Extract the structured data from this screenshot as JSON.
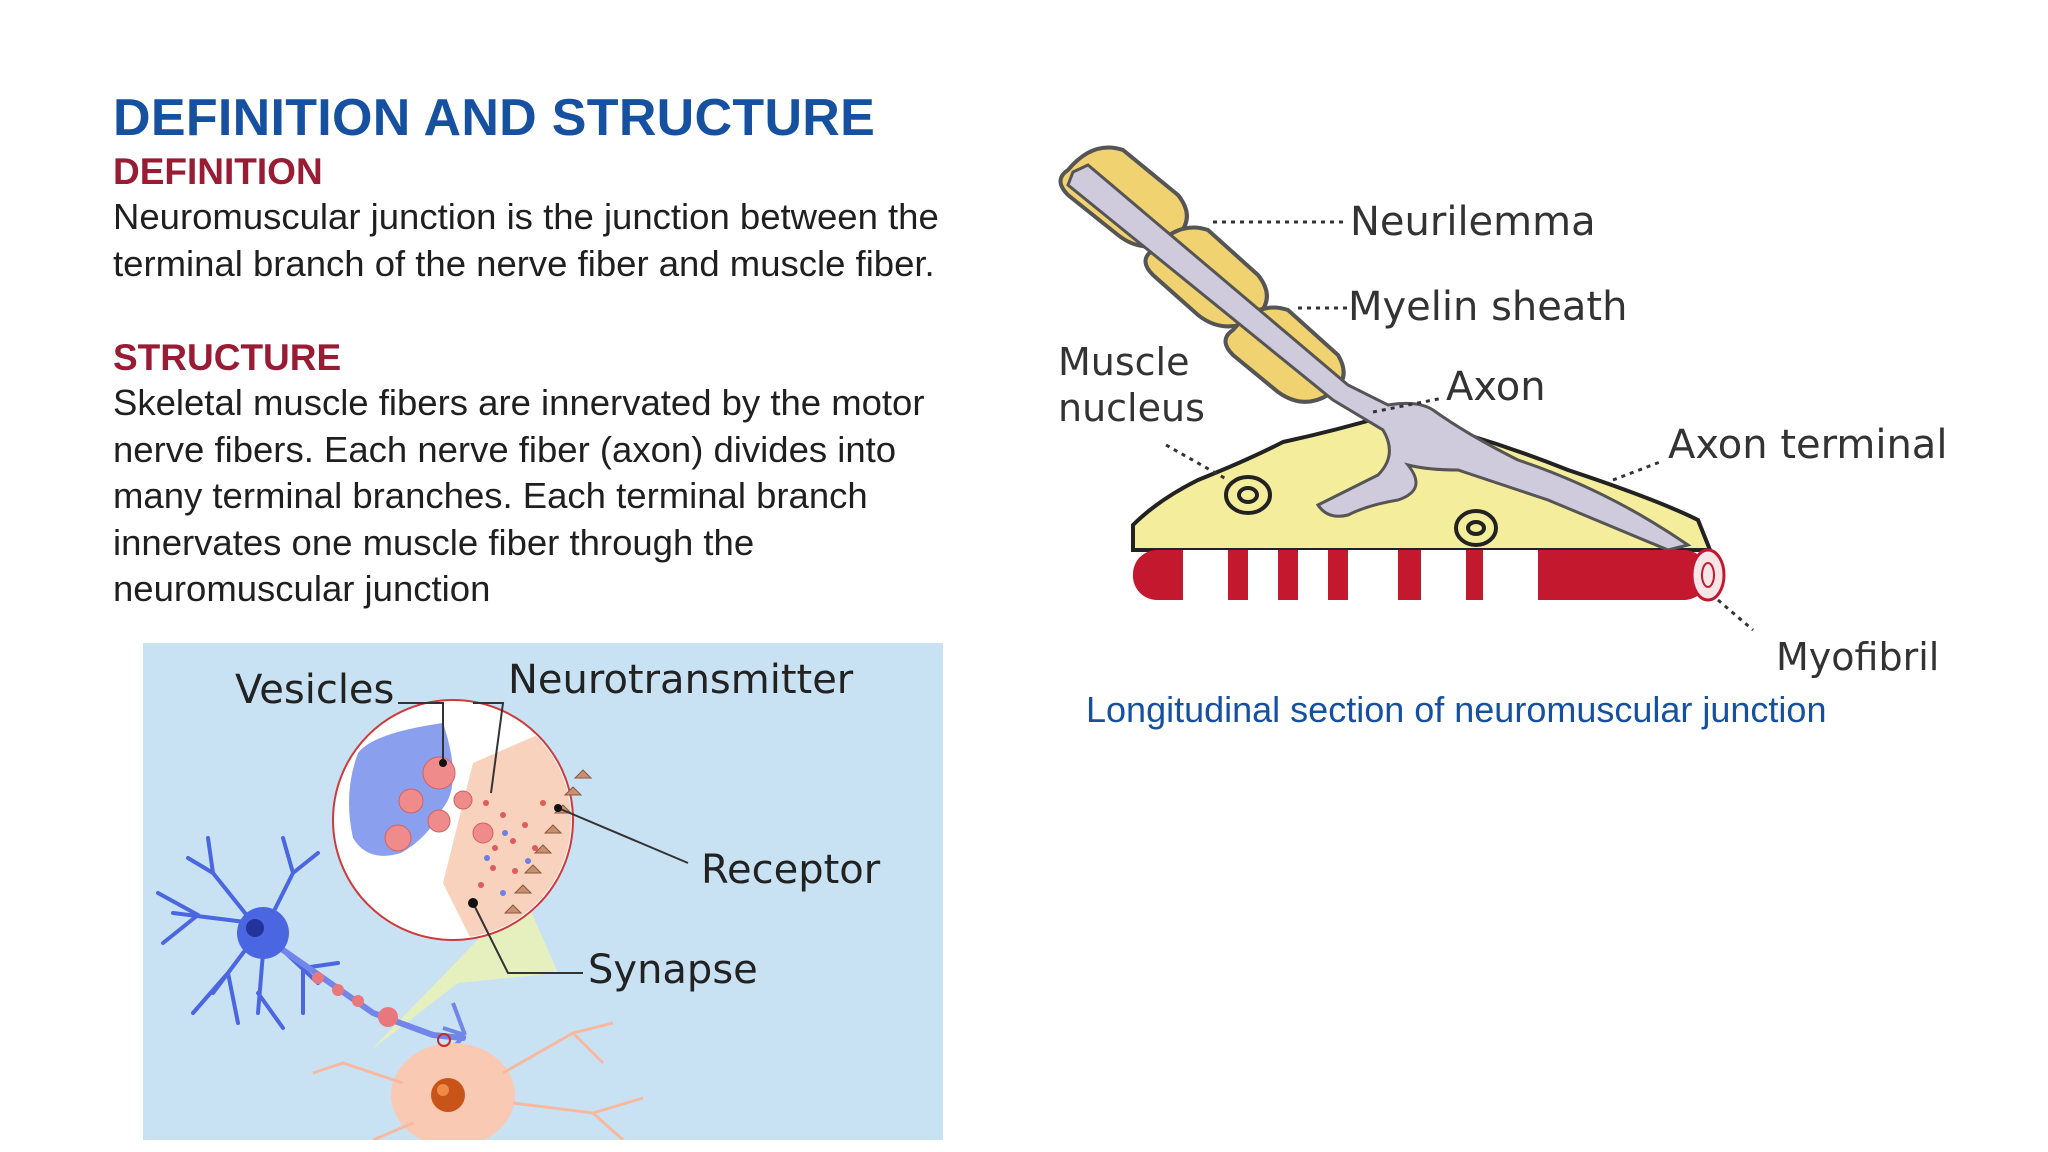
{
  "slide": {
    "title": "DEFINITION AND STRUCTURE",
    "definition_heading": "DEFINITION",
    "definition_text": "Neuromuscular junction is the junction between the terminal branch of the nerve fiber and muscle fiber.",
    "structure_heading": "STRUCTURE",
    "structure_text": "Skeletal muscle fibers are innervated by the motor nerve fibers. Each nerve fiber (axon) divides into many terminal branches. Each terminal branch innervates one muscle fiber through the neuromuscular junction"
  },
  "synapse_figure": {
    "labels": {
      "vesicles": "Vesicles",
      "neurotransmitter": "Neurotransmitter",
      "receptor": "Receptor",
      "synapse": "Synapse"
    },
    "colors": {
      "background": "#c8e2f3",
      "neuron": "#4a66e0",
      "vesicle": "#e8787c",
      "cell": "#f9c9b4"
    }
  },
  "nmj_figure": {
    "labels": {
      "neurilemma": "Neurilemma",
      "myelin_sheath": "Myelin sheath",
      "muscle_nucleus": "Muscle nucleus",
      "axon": "Axon",
      "axon_terminal": "Axon terminal",
      "myofibril": "Myofibril"
    },
    "caption": "Longitudinal section of neuromuscular junction",
    "colors": {
      "myelin": "#f1d271",
      "muscle": "#f4ed9c",
      "axon": "#cfcadc",
      "myofibril_red": "#c4182e"
    }
  }
}
